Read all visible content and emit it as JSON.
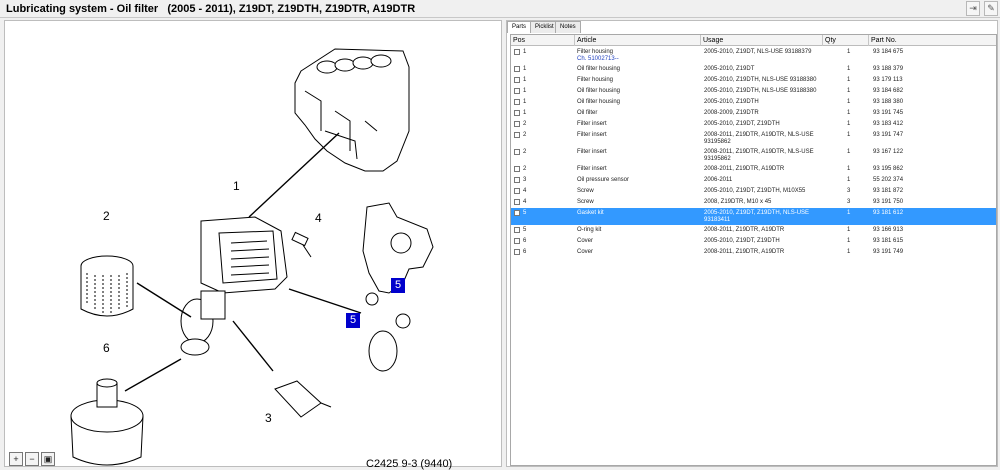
{
  "window": {
    "title": "Lubricating system - Oil filter   (2005 - 2011), Z19DT, Z19DTH, Z19DTR, A19DTR",
    "export_icon": "export-icon",
    "note_icon": "note-icon"
  },
  "diagram": {
    "labels": [
      "1",
      "2",
      "3",
      "4",
      "5",
      "5",
      "6"
    ],
    "code": "C2425 9-3 (9440)",
    "zoom_buttons": [
      "zoom-in-icon",
      "zoom-out-icon",
      "zoom-fit-icon"
    ]
  },
  "tabs": [
    "Parts",
    "Picklist",
    "Notes"
  ],
  "table": {
    "columns": [
      "Pos",
      "Article",
      "Usage",
      "Qty",
      "Part No."
    ],
    "rows": [
      {
        "pos": "1",
        "article": "Filter housing",
        "sub": "Ch. 51002713--",
        "usage": "2005-2010, Z19DT, NLS-USE 93188379",
        "usage2": "",
        "qty": "1",
        "part": "93 184 675"
      },
      {
        "pos": "1",
        "article": "Oil filter housing",
        "sub": "",
        "usage": "2005-2010, Z19DT",
        "usage2": "",
        "qty": "1",
        "part": "93 188 379"
      },
      {
        "pos": "1",
        "article": "Filter housing",
        "sub": "",
        "usage": "2005-2010, Z19DTH, NLS-USE 93188380",
        "usage2": "",
        "qty": "1",
        "part": "93 179 113"
      },
      {
        "pos": "1",
        "article": "Oil filter housing",
        "sub": "",
        "usage": "2005-2010, Z19DTH, NLS-USE 93188380",
        "usage2": "",
        "qty": "1",
        "part": "93 184 682"
      },
      {
        "pos": "1",
        "article": "Oil filter housing",
        "sub": "",
        "usage": "2005-2010, Z19DTH",
        "usage2": "",
        "qty": "1",
        "part": "93 188 380"
      },
      {
        "pos": "1",
        "article": "Oil filter",
        "sub": "",
        "usage": "2008-2009, Z19DTR",
        "usage2": "",
        "qty": "1",
        "part": "93 191 745"
      },
      {
        "pos": "2",
        "article": "Filter insert",
        "sub": "",
        "usage": "2005-2010, Z19DT, Z19DTH",
        "usage2": "",
        "qty": "1",
        "part": "93 183 412"
      },
      {
        "pos": "2",
        "article": "Filter insert",
        "sub": "",
        "usage": "2008-2011, Z19DTR, A19DTR, NLS-USE",
        "usage2": "93195862",
        "qty": "1",
        "part": "93 191 747"
      },
      {
        "pos": "2",
        "article": "Filter insert",
        "sub": "",
        "usage": "2008-2011, Z19DTR, A19DTR, NLS-USE",
        "usage2": "93195862",
        "qty": "1",
        "part": "93 167 122"
      },
      {
        "pos": "2",
        "article": "Filter insert",
        "sub": "",
        "usage": "2008-2011, Z19DTR, A19DTR",
        "usage2": "",
        "qty": "1",
        "part": "93 195 862"
      },
      {
        "pos": "3",
        "article": "Oil pressure sensor",
        "sub": "",
        "usage": "2006-2011",
        "usage2": "",
        "qty": "1",
        "part": "55 202 374"
      },
      {
        "pos": "4",
        "article": "Screw",
        "sub": "",
        "usage": "2005-2010, Z19DT, Z19DTH, M10X55",
        "usage2": "",
        "qty": "3",
        "part": "93 181 872"
      },
      {
        "pos": "4",
        "article": "Screw",
        "sub": "",
        "usage": "2008, Z19DTR, M10 x 45",
        "usage2": "",
        "qty": "3",
        "part": "93 191 750"
      },
      {
        "pos": "5",
        "article": "Gasket kit",
        "sub": "",
        "usage": "2005-2010, Z19DT, Z19DTH, NLS-USE",
        "usage2": "93183411",
        "qty": "1",
        "part": "93 181 612",
        "selected": true
      },
      {
        "pos": "5",
        "article": "O-ring kit",
        "sub": "",
        "usage": "2008-2011, Z19DTR, A19DTR",
        "usage2": "",
        "qty": "1",
        "part": "93 166 913"
      },
      {
        "pos": "6",
        "article": "Cover",
        "sub": "",
        "usage": "2005-2010, Z19DT, Z19DTH",
        "usage2": "",
        "qty": "1",
        "part": "93 181 615"
      },
      {
        "pos": "6",
        "article": "Cover",
        "sub": "",
        "usage": "2008-2011, Z19DTR, A19DTR",
        "usage2": "",
        "qty": "1",
        "part": "93 191 749"
      }
    ]
  },
  "colors": {
    "selection": "#3399ff",
    "callout": "#0000cc"
  }
}
